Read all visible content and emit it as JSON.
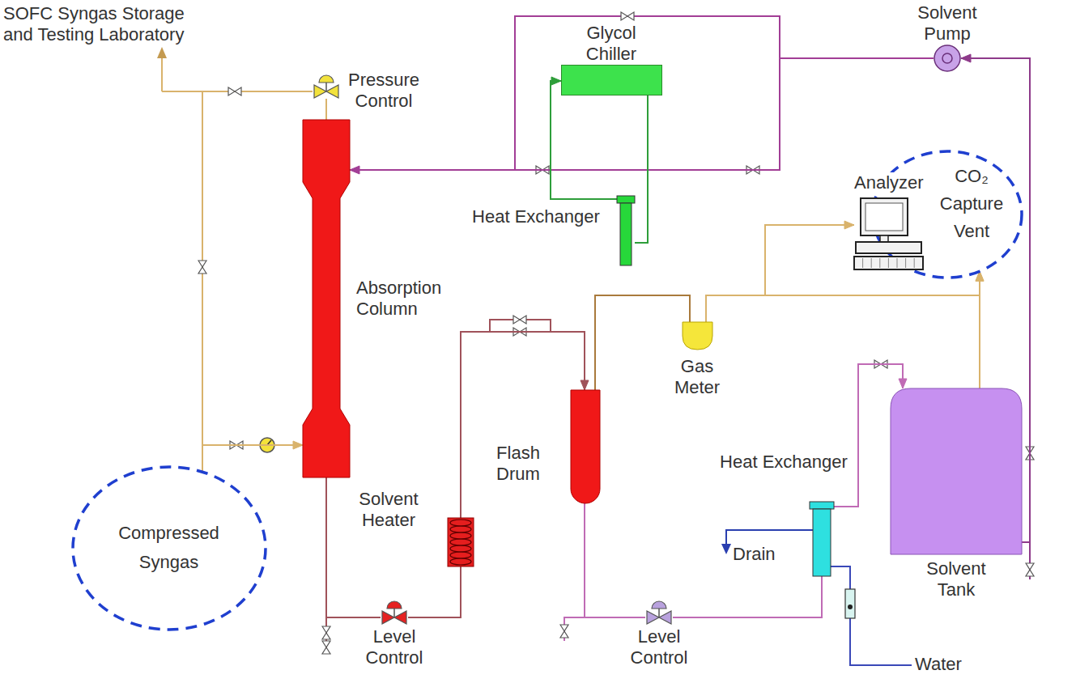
{
  "diagram": {
    "nodes": [
      {
        "text": [
          "Pressure Control"
        ]
      },
      {
        "text": [
          "Glycol Chiller"
        ]
      },
      {
        "text": [
          "Solvent Pump"
        ]
      },
      {
        "text": [
          "Absorption Column"
        ]
      },
      {
        "text": [
          "Heat Exchanger"
        ]
      },
      {
        "text": [
          "Analyzer"
        ]
      },
      {
        "text": [
          "CO₂ Capture Vent"
        ]
      },
      {
        "text": [
          "Gas Meter"
        ]
      },
      {
        "text": [
          "Flash Drum"
        ]
      },
      {
        "text": [
          "Heat Exchanger"
        ]
      },
      {
        "text": [
          "Solvent Tank"
        ]
      },
      {
        "text": [
          "Compressed Syngas"
        ]
      },
      {
        "text": [
          "Solvent Heater"
        ]
      },
      {
        "text": [
          "Level Control"
        ]
      },
      {
        "text": [
          "Level Control"
        ]
      }
    ],
    "edges": [
      {
        "from": 3,
        "to": 0,
        "arrow": "none"
      },
      {
        "from": 11,
        "to": 3,
        "arrow": "to"
      },
      {
        "from": 2,
        "to": 3,
        "arrow": "to"
      },
      {
        "from": 4,
        "to": 1,
        "arrow": "to"
      },
      {
        "from": 1,
        "to": 4,
        "arrow": "none"
      },
      {
        "from": 3,
        "to": 13,
        "arrow": "none"
      },
      {
        "from": 13,
        "to": 12,
        "arrow": "none"
      },
      {
        "from": 12,
        "to": 8,
        "arrow": "to"
      },
      {
        "from": 8,
        "to": 7,
        "arrow": "none"
      },
      {
        "from": 7,
        "to": 5,
        "arrow": "to"
      },
      {
        "from": 7,
        "to": 6,
        "arrow": "to"
      },
      {
        "from": 8,
        "to": 14,
        "arrow": "none"
      },
      {
        "from": 14,
        "to": 9,
        "arrow": "none"
      },
      {
        "from": 9,
        "to": 10,
        "arrow": "to"
      },
      {
        "from": 10,
        "to": 2,
        "arrow": "to"
      },
      {
        "from": 10,
        "to": 6,
        "arrow": "to"
      }
    ],
    "labels": [
      "SOFC Syngas Storage and Testing Laboratory",
      "Drain",
      "Water"
    ]
  }
}
